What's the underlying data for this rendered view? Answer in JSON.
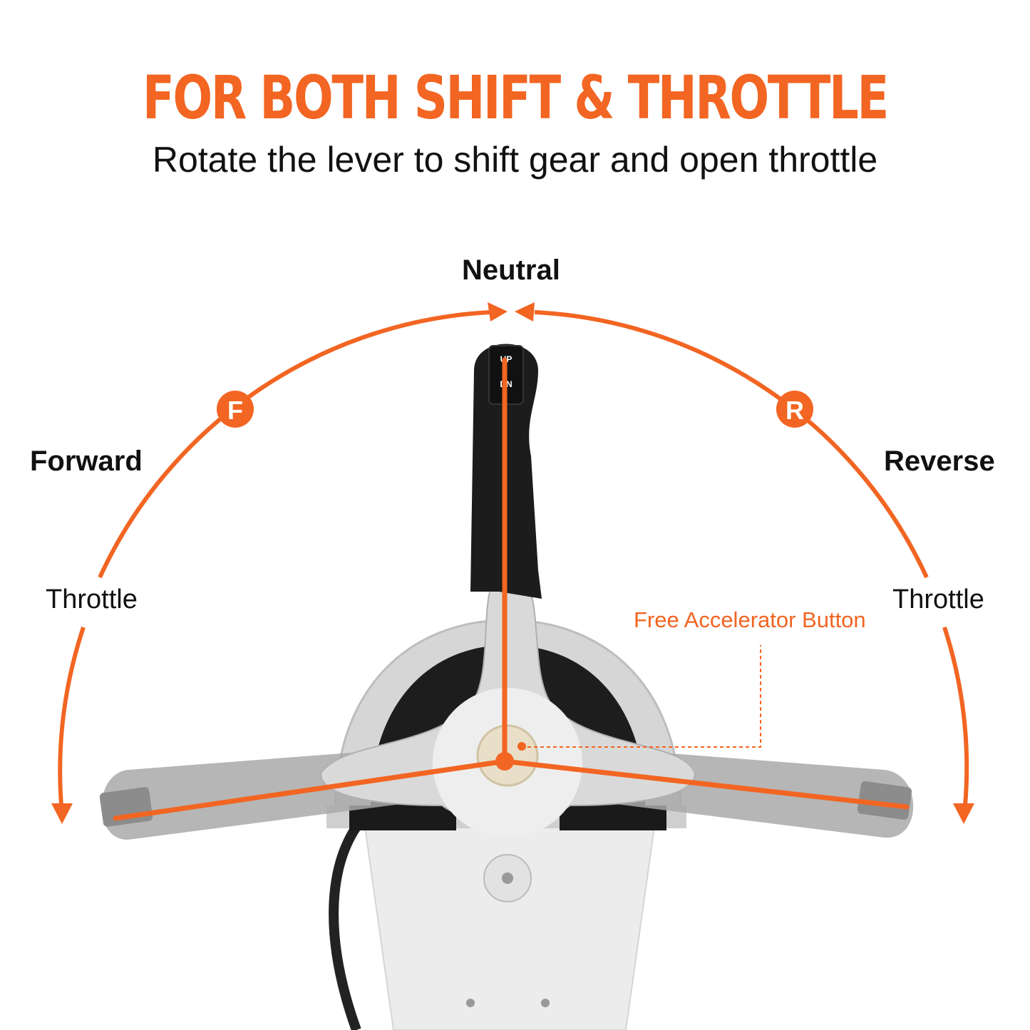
{
  "header": {
    "title": "FOR BOTH SHIFT & THROTTLE",
    "subtitle": "Rotate the lever to shift gear and open throttle"
  },
  "diagram": {
    "labels": {
      "neutral": "Neutral",
      "forward": "Forward",
      "reverse": "Reverse",
      "throttle_left": "Throttle",
      "throttle_right": "Throttle",
      "free_accelerator": "Free Accelerator Button"
    },
    "markers": {
      "forward": "F",
      "reverse": "R"
    },
    "lever_buttons": {
      "up": "UP",
      "down": "DN"
    },
    "colors": {
      "accent": "#f26522",
      "text": "#111111",
      "lever": "#1c1c1c",
      "chrome": "#c9c9c9"
    }
  }
}
